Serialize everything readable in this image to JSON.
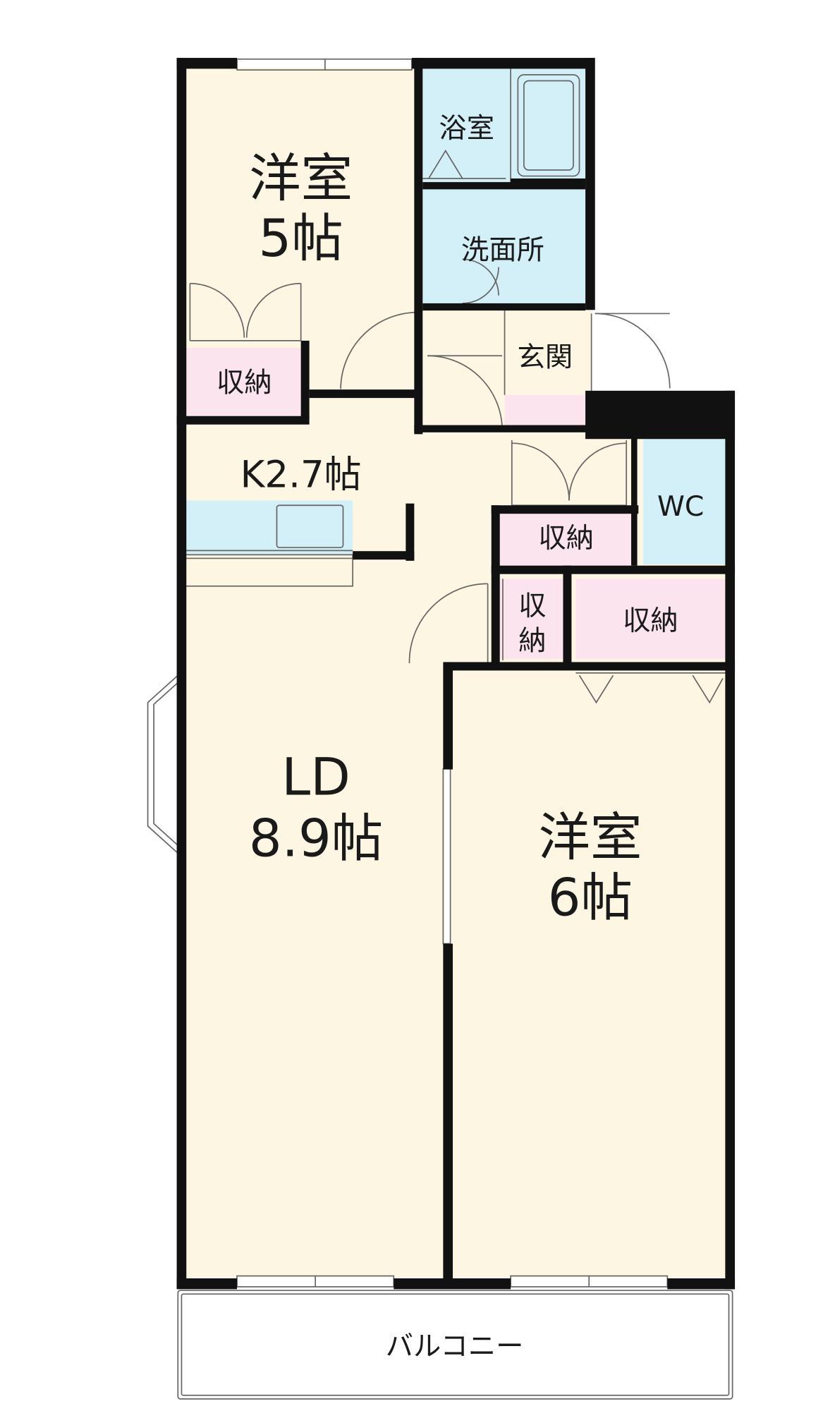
{
  "colors": {
    "wall": "#111111",
    "living_fill": "#fdf6e3",
    "wet_fill": "#d3eff8",
    "storage_fill": "#fbe4ee",
    "line": "#666666"
  },
  "rooms": {
    "western_5": {
      "name": "洋室",
      "size": "5帖"
    },
    "bath": {
      "name": "浴室"
    },
    "washroom": {
      "name": "洗面所"
    },
    "entrance": {
      "name": "玄関"
    },
    "storage_top_left": {
      "name": "収納"
    },
    "kitchen": {
      "name": "K2.7帖"
    },
    "wc": {
      "name": "WC"
    },
    "storage_mid": {
      "name": "収納"
    },
    "storage_small_1": {
      "name": "収"
    },
    "storage_small_2": {
      "name": "納"
    },
    "storage_right": {
      "name": "収納"
    },
    "ld": {
      "name": "LD",
      "size": "8.9帖"
    },
    "western_6": {
      "name": "洋室",
      "size": "6帖"
    },
    "balcony": {
      "name": "バルコニー"
    }
  }
}
